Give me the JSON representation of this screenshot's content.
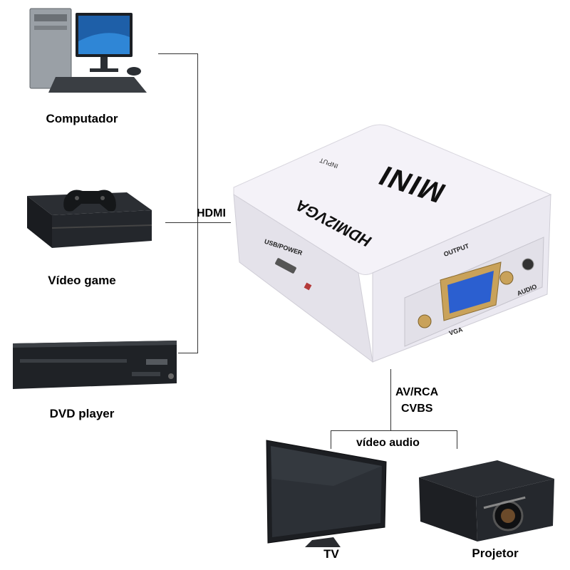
{
  "sources": [
    {
      "id": "computer",
      "label": "Computador"
    },
    {
      "id": "videogame",
      "label": "Vídeo game"
    },
    {
      "id": "dvd",
      "label": "DVD player"
    }
  ],
  "connections": {
    "input_label": "HDMI",
    "output_label_line1": "AV/RCA",
    "output_label_line2": "CVBS",
    "split_label": "vídeo audio"
  },
  "converter": {
    "top_text": "MINI",
    "model_text": "HDMI2VGA",
    "input_port": "INPUT",
    "usb_port": "USB/POWER",
    "output_label": "OUTPUT",
    "vga_port": "VGA",
    "audio_port": "AUDIO"
  },
  "destinations": [
    {
      "id": "tv",
      "label": "TV"
    },
    {
      "id": "projector",
      "label": "Projetor"
    }
  ],
  "colors": {
    "line": "#333333",
    "box": "#f4f2f8",
    "vga_port": "#2b5fd0"
  }
}
